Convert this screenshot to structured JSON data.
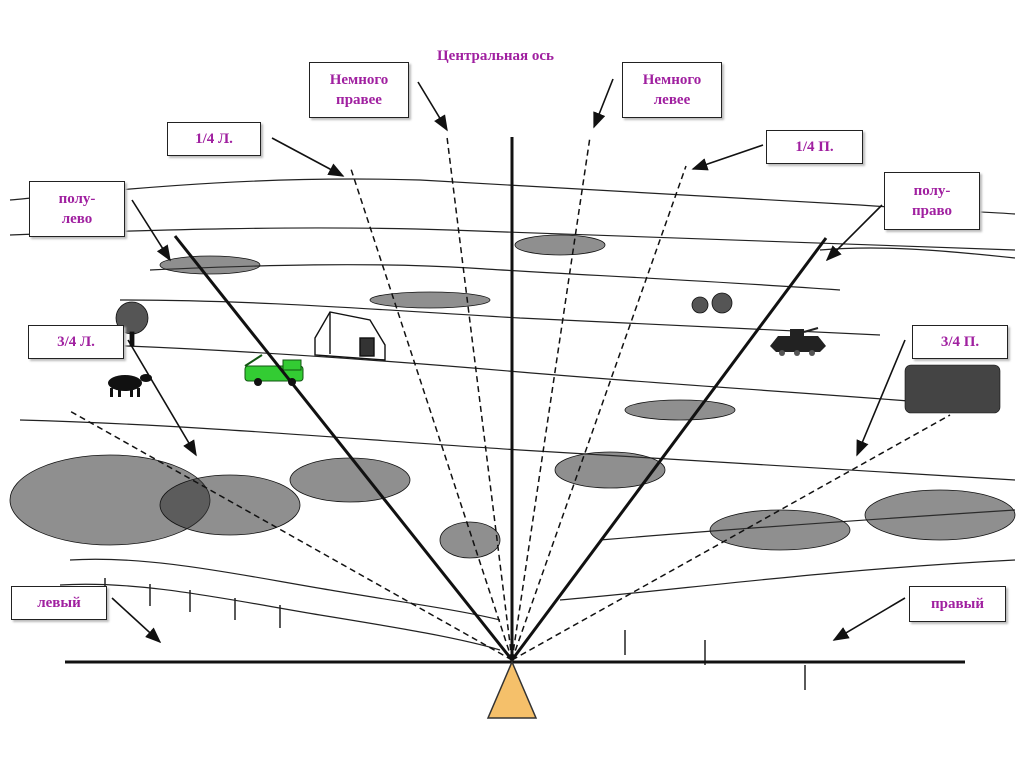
{
  "title": "Центральная ось",
  "labels": {
    "slightly_right": "Немного\nправее",
    "slightly_left": "Немного\nлевее",
    "quarter_left": "1/4 Л.",
    "quarter_right": "1/4 П.",
    "half_left": "полу-\nлево",
    "half_right": "полу-\nправо",
    "three_quarter_left": "3/4 Л.",
    "three_quarter_right": "3/4 П.",
    "left": "левый",
    "right": "правый"
  },
  "colors": {
    "label_text": "#a020a0",
    "observer_marker": "#f5c06a",
    "vehicle": "#33cc33",
    "line": "#111111"
  },
  "icons": [
    "observer-triangle-icon",
    "green-truck-icon",
    "armored-vehicle-icon",
    "cow-icon",
    "barn-icon",
    "tree-icon"
  ]
}
